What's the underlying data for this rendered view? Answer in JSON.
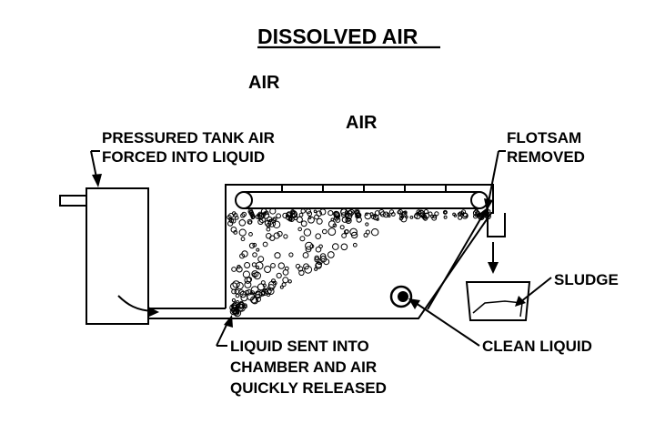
{
  "title": "DISSOLVED AIR",
  "labels": {
    "air_1": "AIR",
    "air_2": "AIR",
    "pressured_line1": "PRESSURED TANK AIR",
    "pressured_line2": "FORCED INTO LIQUID",
    "flotsam_line1": "FLOTSAM",
    "flotsam_line2": "REMOVED",
    "sludge": "SLUDGE",
    "clean_liquid": "CLEAN LIQUID",
    "chamber_line1": "LIQUID SENT INTO",
    "chamber_line2": "CHAMBER AND AIR",
    "chamber_line3": "QUICKLY RELEASED"
  },
  "colors": {
    "ink": "#000000",
    "background": "#ffffff"
  }
}
